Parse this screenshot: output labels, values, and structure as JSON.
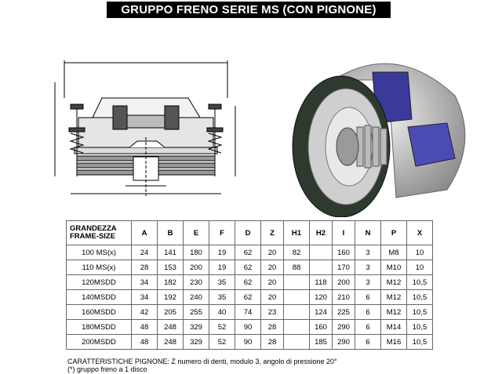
{
  "title": "GRUPPO FRENO SERIE MS (CON PIGNONE)",
  "table": {
    "headers": [
      "GRANDEZZA FRAME-SIZE",
      "A",
      "B",
      "E",
      "F",
      "D",
      "Z",
      "H1",
      "H2",
      "I",
      "N",
      "P",
      "X"
    ],
    "rows": [
      [
        "100 MS(x)",
        "24",
        "141",
        "180",
        "19",
        "62",
        "20",
        "82",
        "",
        "160",
        "3",
        "M8",
        "10"
      ],
      [
        "110 MS(x)",
        "28",
        "153",
        "200",
        "19",
        "62",
        "20",
        "88",
        "",
        "170",
        "3",
        "M10",
        "10"
      ],
      [
        "120MSDD",
        "34",
        "182",
        "230",
        "35",
        "62",
        "20",
        "",
        "118",
        "200",
        "3",
        "M12",
        "10,5"
      ],
      [
        "140MSDD",
        "34",
        "192",
        "240",
        "35",
        "62",
        "20",
        "",
        "120",
        "210",
        "6",
        "M12",
        "10,5"
      ],
      [
        "160MSDD",
        "42",
        "205",
        "255",
        "40",
        "74",
        "23",
        "",
        "124",
        "225",
        "6",
        "M12",
        "10,5"
      ],
      [
        "180MSDD",
        "48",
        "248",
        "329",
        "52",
        "90",
        "28",
        "",
        "160",
        "290",
        "6",
        "M14",
        "10,5"
      ],
      [
        "200MSDD",
        "48",
        "248",
        "329",
        "52",
        "90",
        "28",
        "",
        "185",
        "290",
        "6",
        "M16",
        "10,5"
      ]
    ]
  },
  "notes": {
    "line1": "CARATTERISTICHE PIGNONE: Z numero di denti, modulo 3, angolo di pressione 20°",
    "line2": "(*) gruppo freno a 1 disco"
  }
}
